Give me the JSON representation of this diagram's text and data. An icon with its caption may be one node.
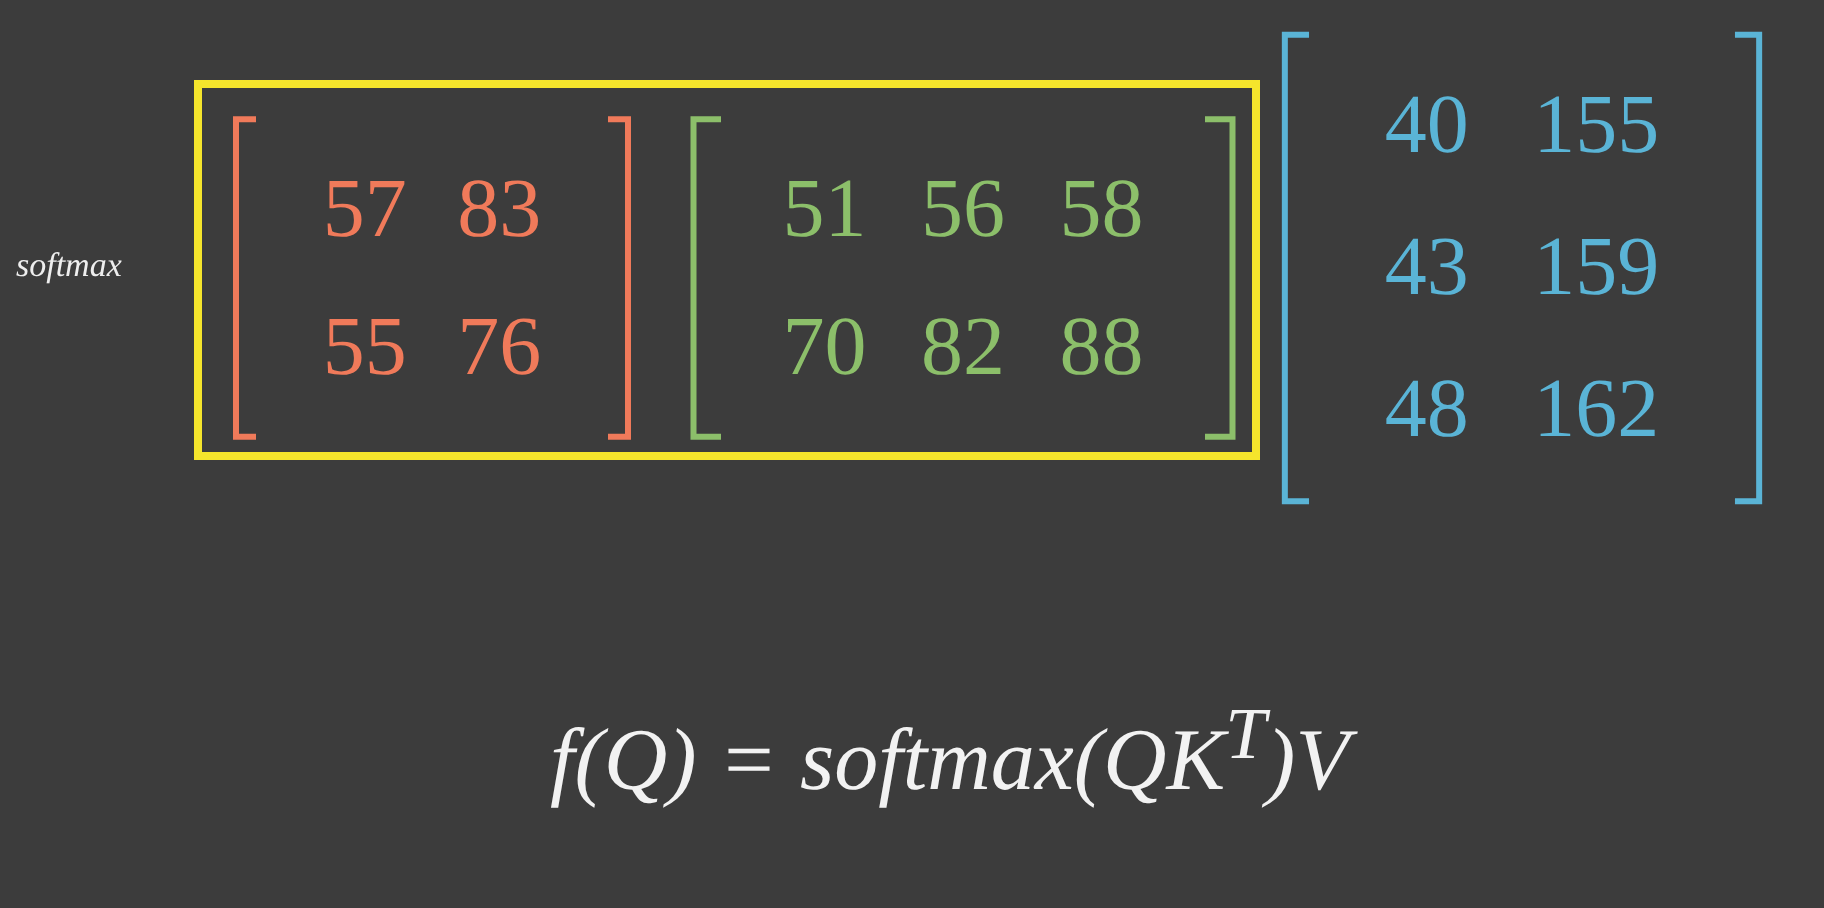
{
  "diagram": {
    "nodes": [
      {
        "text": [],
        "shape": "box",
        "beside": [
          "softmax"
        ]
      },
      {
        "text": [
          "57",
          "83",
          "55",
          "76"
        ],
        "in": 0
      },
      {
        "text": [
          "51",
          "56",
          "58",
          "70",
          "82",
          "88"
        ],
        "in": 0
      },
      {
        "text": [
          "40",
          "155",
          "43",
          "159",
          "48",
          "162"
        ]
      }
    ],
    "edges": [],
    "labels": [
      "f(Q) = softmax(QK$^{T}$)V"
    ]
  }
}
